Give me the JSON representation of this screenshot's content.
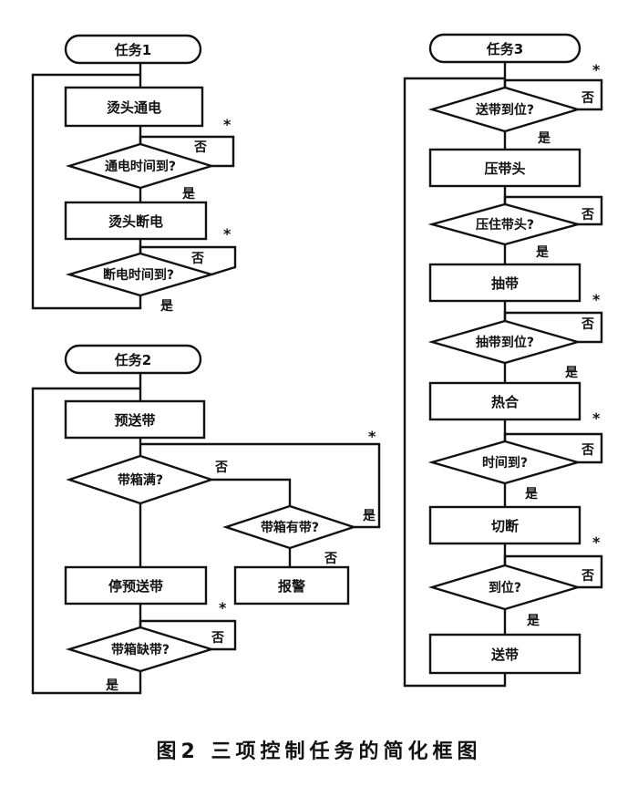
{
  "caption": "图2 三项控制任务的简化框图",
  "task1": {
    "title": "任务1",
    "step1": "烫头通电",
    "check1": "通电时间到?",
    "step2": "烫头断电",
    "check2": "断电时间到?",
    "no": "否",
    "yes": "是",
    "star": "*"
  },
  "task2": {
    "title": "任务2",
    "step1": "预送带",
    "check1": "带箱满?",
    "check2": "带箱有带?",
    "alarm": "报警",
    "step2": "停预送带",
    "check3": "带箱缺带?",
    "no": "否",
    "yes": "是",
    "star": "*"
  },
  "task3": {
    "title": "任务3",
    "check1": "送带到位?",
    "step1": "压带头",
    "check2": "压住带头?",
    "step2": "抽带",
    "check3": "抽带到位?",
    "step3": "热合",
    "check4": "时间到?",
    "step4": "切断",
    "check5": "到位?",
    "step5": "送带",
    "no": "否",
    "yes": "是",
    "star": "*"
  }
}
